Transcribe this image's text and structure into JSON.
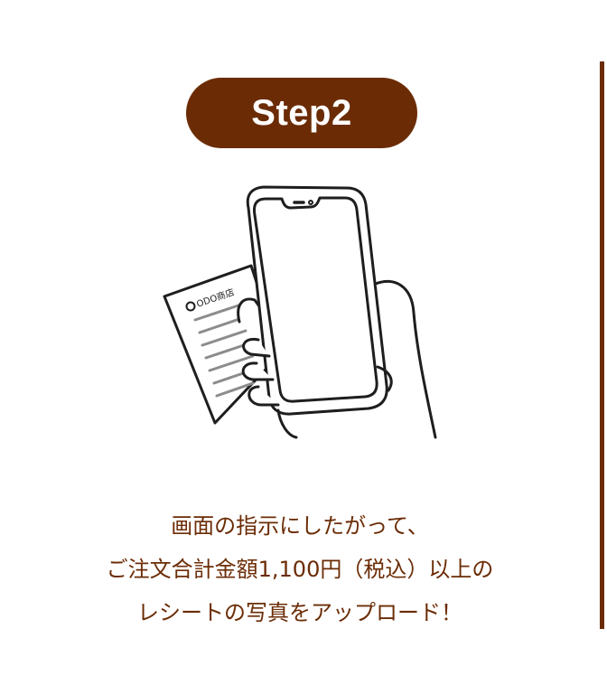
{
  "badge": {
    "label": "Step2"
  },
  "receipt": {
    "logo_text": "ODO商店"
  },
  "caption": {
    "line1": "画面の指示にしたがって、",
    "line2": "ご注文合計金額1,100円（税込）以上の",
    "line3": "レシートの写真をアップロード！"
  },
  "colors": {
    "brand": "#6b2c05",
    "background": "#ffffff",
    "badge_text": "#ffffff",
    "line_art": "#1e1e1e"
  },
  "icons": {
    "illustration": "hand-holding-phone-with-receipt-icon"
  }
}
